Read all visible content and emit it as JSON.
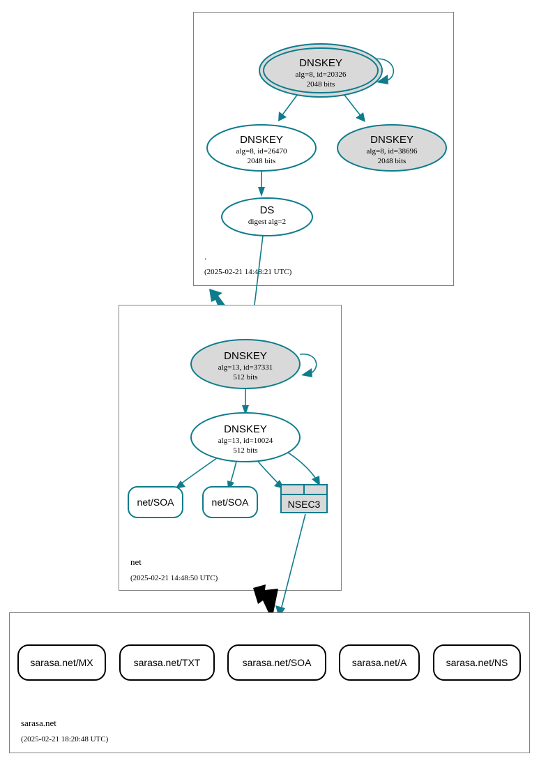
{
  "diagram": {
    "type": "dnssec-authentication-chain",
    "accent_color": "#0e7c8c",
    "node_fill_secure": "#d9d9d9",
    "node_fill_plain": "#ffffff",
    "zone_border_color": "#808080"
  },
  "zones": [
    {
      "id": "root",
      "label": ".",
      "timestamp": "(2025-02-21 14:48:21 UTC)",
      "nodes": [
        {
          "id": "root-ksk",
          "kind": "DNSKEY",
          "title": "DNSKEY",
          "line2": "alg=8, id=20326",
          "line3": "2048 bits",
          "fill": "gray",
          "double_border": true,
          "self_loop": true
        },
        {
          "id": "root-zsk-26470",
          "kind": "DNSKEY",
          "title": "DNSKEY",
          "line2": "alg=8, id=26470",
          "line3": "2048 bits",
          "fill": "white",
          "double_border": false,
          "self_loop": false
        },
        {
          "id": "root-zsk-38696",
          "kind": "DNSKEY",
          "title": "DNSKEY",
          "line2": "alg=8, id=38696",
          "line3": "2048 bits",
          "fill": "gray",
          "double_border": false,
          "self_loop": false
        },
        {
          "id": "root-ds",
          "kind": "DS",
          "title": "DS",
          "line2": "digest alg=2",
          "line3": "",
          "fill": "white",
          "double_border": false,
          "self_loop": false
        }
      ]
    },
    {
      "id": "net",
      "label": "net",
      "timestamp": "(2025-02-21 14:48:50 UTC)",
      "nodes": [
        {
          "id": "net-ksk",
          "kind": "DNSKEY",
          "title": "DNSKEY",
          "line2": "alg=13, id=37331",
          "line3": "512 bits",
          "fill": "gray",
          "double_border": false,
          "self_loop": true
        },
        {
          "id": "net-zsk",
          "kind": "DNSKEY",
          "title": "DNSKEY",
          "line2": "alg=13, id=10024",
          "line3": "512 bits",
          "fill": "white",
          "double_border": false,
          "self_loop": false
        }
      ],
      "rrsets": [
        {
          "id": "net-soa-1",
          "label": "net/SOA",
          "style": "teal"
        },
        {
          "id": "net-soa-2",
          "label": "net/SOA",
          "style": "teal"
        }
      ],
      "nsec": {
        "id": "net-nsec3",
        "label": "NSEC3",
        "cells": 2
      }
    },
    {
      "id": "sarasa-net",
      "label": "sarasa.net",
      "timestamp": "(2025-02-21 18:20:48 UTC)",
      "rrsets": [
        {
          "id": "sarasa-mx",
          "label": "sarasa.net/MX",
          "style": "black"
        },
        {
          "id": "sarasa-txt",
          "label": "sarasa.net/TXT",
          "style": "black"
        },
        {
          "id": "sarasa-soa",
          "label": "sarasa.net/SOA",
          "style": "black"
        },
        {
          "id": "sarasa-a",
          "label": "sarasa.net/A",
          "style": "black"
        },
        {
          "id": "sarasa-ns",
          "label": "sarasa.net/NS",
          "style": "black"
        }
      ]
    }
  ]
}
